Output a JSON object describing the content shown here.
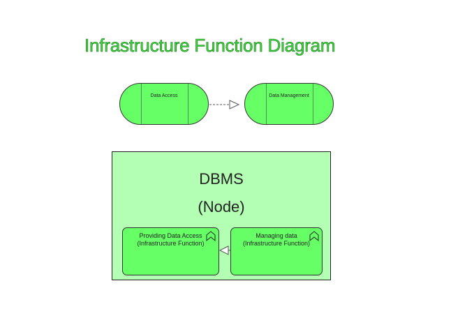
{
  "diagram": {
    "title": "Infrastructure Function Diagram",
    "services": [
      {
        "label": "Data Access"
      },
      {
        "label": "Data Management"
      }
    ],
    "node": {
      "name": "DBMS",
      "type": "(Node)",
      "functions": [
        {
          "line1": "Providing Data Access",
          "line2": "(Infrastructure Function)"
        },
        {
          "line1": "Managing data",
          "line2": "(Infrastructure Function)"
        }
      ]
    },
    "colors": {
      "title_fill": "#3ed63e",
      "element_fill": "#66ff66",
      "node_fill": "#b3ffb3",
      "border": "#333333"
    },
    "icons": {
      "function": "infrastructure-function-icon"
    }
  }
}
